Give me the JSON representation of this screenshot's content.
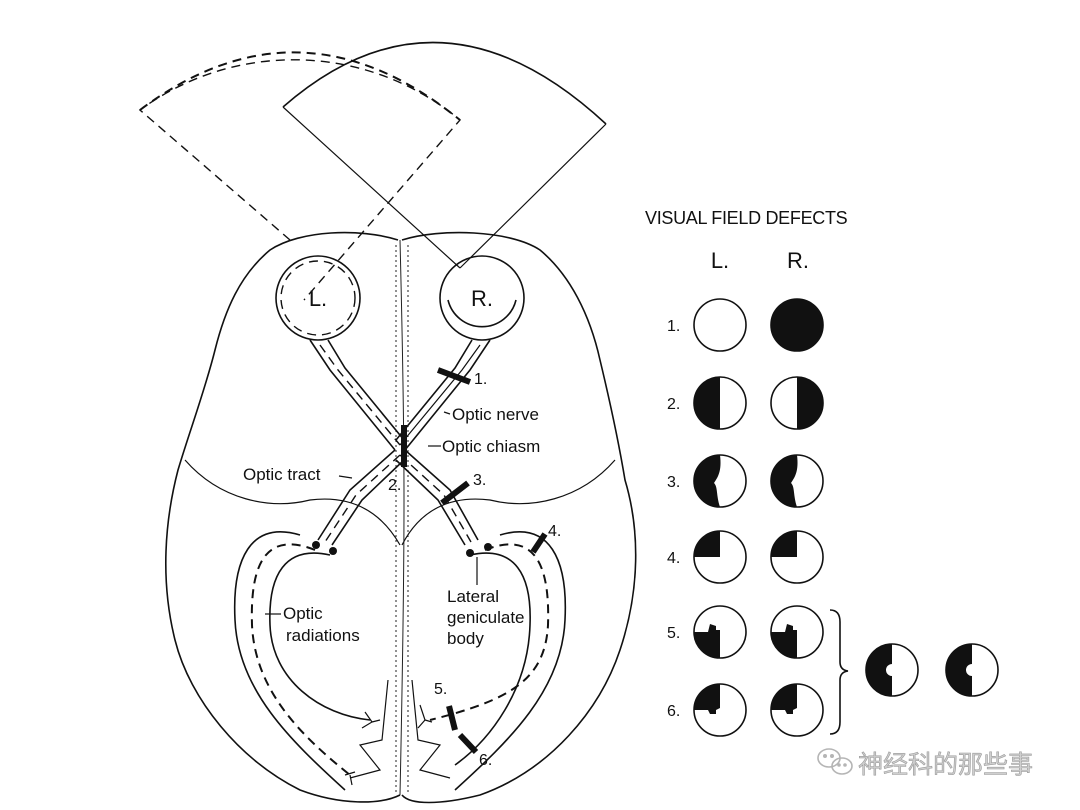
{
  "title": "VISUAL FIELD DEFECTS",
  "eyes": {
    "left": "L.",
    "right": "R."
  },
  "columns": {
    "left": "L.",
    "right": "R."
  },
  "anatomy_labels": {
    "optic_nerve": "Optic nerve",
    "optic_chiasm": "Optic chiasm",
    "optic_tract": "Optic tract",
    "optic_radiations_line1": "Optic",
    "optic_radiations_line2": "radiations",
    "lgb_line1": "Lateral",
    "lgb_line2": "geniculate",
    "lgb_line3": "body"
  },
  "lesion_markers": [
    "1.",
    "2.",
    "3.",
    "4.",
    "5.",
    "6."
  ],
  "defects": [
    {
      "number": "1.",
      "left": "normal",
      "right": "blind"
    },
    {
      "number": "2.",
      "left": "temporal-hemianopia",
      "right": "temporal-hemianopia"
    },
    {
      "number": "3.",
      "left": "homonymous-hemianopia",
      "right": "homonymous-hemianopia"
    },
    {
      "number": "4.",
      "left": "upper-quadrantanopia",
      "right": "upper-quadrantanopia"
    },
    {
      "number": "5.",
      "left": "lower-quadrantanopia-macular-sparing",
      "right": "lower-quadrantanopia-macular-sparing"
    },
    {
      "number": "6.",
      "left": "upper-quadrantanopia-macular-sparing",
      "right": "upper-quadrantanopia-macular-sparing"
    }
  ],
  "combined_5_6": {
    "left": "hemianopia-macular-sparing",
    "right": "hemianopia-macular-sparing"
  },
  "watermark": {
    "icon": "wechat-icon",
    "text": "神经科的那些事"
  },
  "colors": {
    "ink": "#111111",
    "background": "#ffffff",
    "watermark": "#cfcfcf"
  }
}
